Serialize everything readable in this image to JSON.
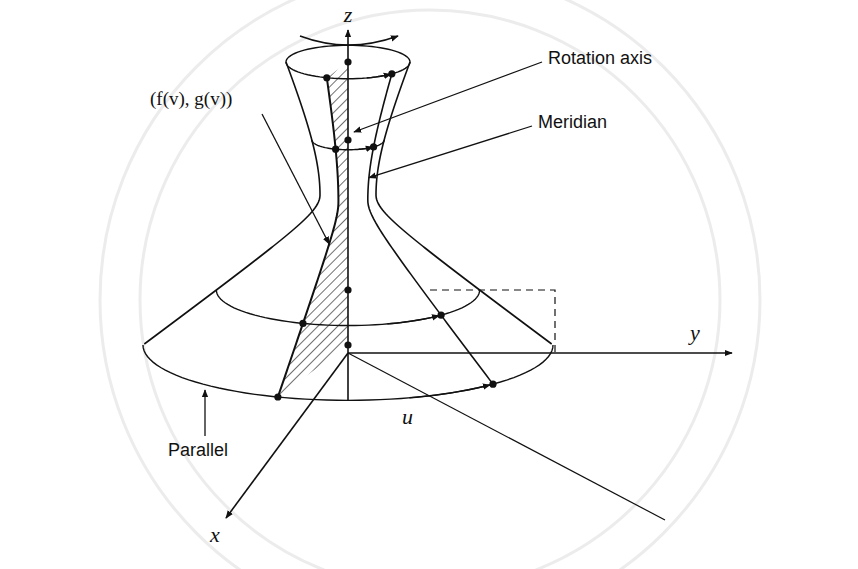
{
  "diagram": {
    "labels": [
      "z",
      "Rotation axis",
      "(f(v), g(v))",
      "Meridian",
      "y",
      "u",
      "Parallel",
      "x"
    ]
  }
}
